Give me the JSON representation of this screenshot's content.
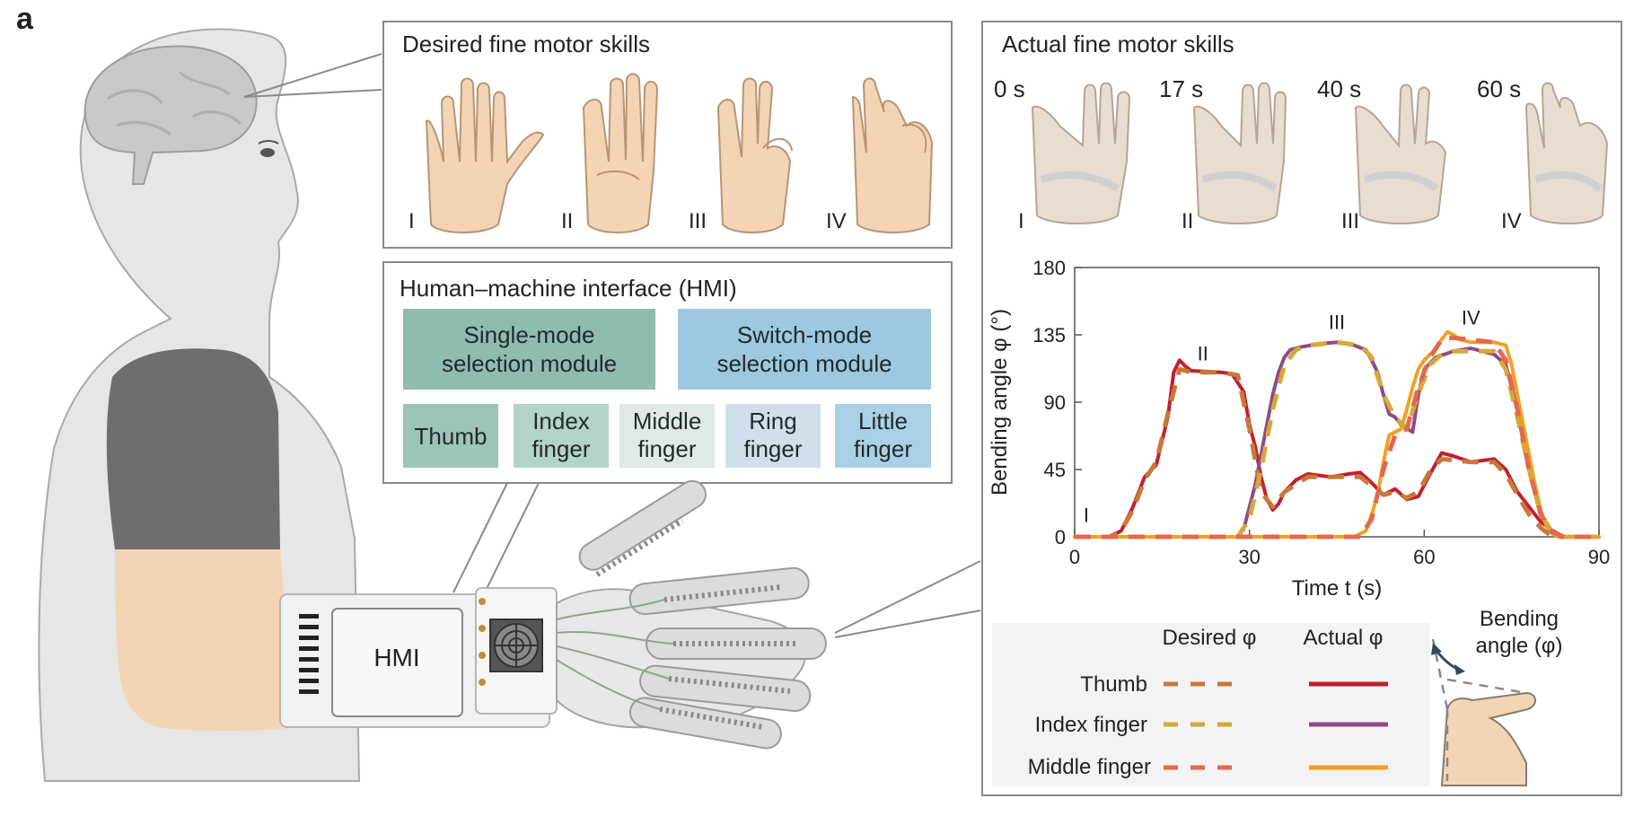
{
  "figure": {
    "panel_label": "a"
  },
  "desired": {
    "title": "Desired fine motor skills",
    "labels": [
      "I",
      "II",
      "III",
      "IV"
    ]
  },
  "actual": {
    "title": "Actual fine motor skills",
    "times": [
      "0 s",
      "17 s",
      "40 s",
      "60 s"
    ],
    "labels": [
      "I",
      "II",
      "III",
      "IV"
    ]
  },
  "hmi": {
    "title": "Human–machine interface (HMI)",
    "single_mode": [
      "Single-mode",
      "selection module"
    ],
    "switch_mode": [
      "Switch-mode",
      "selection module"
    ],
    "fingers": [
      [
        "Thumb"
      ],
      [
        "Index",
        "finger"
      ],
      [
        "Middle",
        "finger"
      ],
      [
        "Ring",
        "finger"
      ],
      [
        "Little",
        "finger"
      ]
    ],
    "device_label": "HMI"
  },
  "colors": {
    "single_mode": "#8fbcae",
    "switch_mode": "#9dc9e0",
    "thumb_box": "#9cc5b8",
    "index_box": "#b4d3c9",
    "middle_box": "#dfe9e6",
    "ring_box": "#cfe0ea",
    "little_box": "#a9d0e6",
    "thumb": "#c0202f",
    "index": "#8e4b8a",
    "middle": "#f0a024",
    "thumb_desired": "#c8783a",
    "index_desired": "#d6a838",
    "middle_desired": "#e2694c"
  },
  "legend": {
    "desired_header": "Desired φ",
    "actual_header": "Actual φ",
    "rows": [
      "Thumb",
      "Index finger",
      "Middle finger"
    ],
    "inset_label": [
      "Bending",
      "angle (φ)"
    ]
  },
  "chart_data": {
    "type": "line",
    "xlabel": "Time t (s)",
    "ylabel": "Bending angle φ (°)",
    "xlim": [
      0,
      90
    ],
    "ylim": [
      0,
      180
    ],
    "xticks": [
      "0",
      "30",
      "60",
      "90"
    ],
    "yticks": [
      "0",
      "45",
      "90",
      "135",
      "180"
    ],
    "annotations": [
      {
        "text": "I",
        "x": 2,
        "y": 10
      },
      {
        "text": "II",
        "x": 22,
        "y": 118
      },
      {
        "text": "III",
        "x": 45,
        "y": 139
      },
      {
        "text": "IV",
        "x": 68,
        "y": 142
      }
    ],
    "series": [
      {
        "name": "Thumb",
        "kind": "actual",
        "x": [
          0,
          6,
          8,
          10,
          12,
          14,
          16,
          17,
          18,
          19,
          20,
          25,
          27,
          29,
          30,
          31,
          32,
          33,
          34,
          35,
          36,
          38,
          40,
          44,
          47,
          49,
          51,
          53,
          55,
          57,
          59,
          61,
          63,
          65,
          68,
          72,
          74,
          76,
          78,
          80,
          82,
          84,
          86,
          90
        ],
        "y": [
          0,
          0,
          4,
          20,
          40,
          48,
          80,
          110,
          118,
          114,
          111,
          110,
          109,
          97,
          75,
          60,
          40,
          25,
          18,
          22,
          30,
          38,
          42,
          40,
          42,
          43,
          36,
          28,
          32,
          25,
          27,
          42,
          56,
          54,
          50,
          52,
          45,
          30,
          20,
          10,
          4,
          0,
          0,
          0
        ]
      },
      {
        "name": "Thumb",
        "kind": "desired",
        "x": [
          0,
          6,
          8,
          10,
          12,
          14,
          16,
          18,
          20,
          25,
          28,
          30,
          32,
          34,
          36,
          40,
          45,
          49,
          51,
          53,
          55,
          57,
          59,
          61,
          63,
          68,
          72,
          74,
          76,
          78,
          80,
          82,
          84,
          90
        ],
        "y": [
          0,
          0,
          4,
          18,
          38,
          50,
          82,
          112,
          110,
          110,
          108,
          72,
          30,
          20,
          30,
          40,
          40,
          40,
          34,
          28,
          30,
          26,
          30,
          44,
          52,
          50,
          50,
          42,
          28,
          15,
          6,
          0,
          0,
          0
        ]
      },
      {
        "name": "Index finger",
        "kind": "actual",
        "x": [
          0,
          28,
          29,
          30,
          31,
          32,
          33,
          34,
          35,
          36,
          37,
          39,
          42,
          45,
          48,
          50,
          51,
          52,
          53,
          54,
          55,
          56,
          58,
          59,
          60,
          62,
          65,
          68,
          72,
          74,
          75,
          76,
          77,
          78,
          79,
          80,
          81,
          82,
          83,
          84,
          90
        ],
        "y": [
          0,
          0,
          5,
          20,
          35,
          55,
          75,
          95,
          110,
          120,
          125,
          127,
          129,
          130,
          128,
          125,
          118,
          110,
          95,
          82,
          80,
          75,
          70,
          95,
          112,
          120,
          124,
          126,
          122,
          115,
          100,
          85,
          70,
          50,
          30,
          15,
          8,
          3,
          0,
          0,
          0
        ]
      },
      {
        "name": "Index finger",
        "kind": "desired",
        "x": [
          0,
          28,
          30,
          32,
          34,
          36,
          38,
          40,
          45,
          49,
          51,
          53,
          55,
          57,
          59,
          61,
          63,
          65,
          72,
          74,
          76,
          78,
          80,
          82,
          84,
          90
        ],
        "y": [
          0,
          0,
          12,
          45,
          85,
          115,
          125,
          128,
          130,
          128,
          120,
          95,
          80,
          72,
          96,
          115,
          122,
          124,
          124,
          112,
          80,
          45,
          15,
          3,
          0,
          0
        ]
      },
      {
        "name": "Middle finger",
        "kind": "actual",
        "x": [
          0,
          48,
          50,
          51,
          52,
          53,
          54,
          55,
          56,
          57,
          58,
          59,
          60,
          61,
          62,
          63,
          64,
          65,
          66,
          68,
          72,
          74,
          75,
          76,
          77,
          78,
          79,
          80,
          81,
          82,
          83,
          90
        ],
        "y": [
          0,
          0,
          4,
          15,
          28,
          50,
          68,
          70,
          72,
          85,
          100,
          112,
          118,
          122,
          125,
          132,
          137,
          135,
          132,
          130,
          130,
          128,
          115,
          95,
          75,
          55,
          35,
          18,
          7,
          2,
          0,
          0
        ]
      },
      {
        "name": "Middle finger",
        "kind": "desired",
        "x": [
          0,
          49,
          51,
          53,
          55,
          57,
          59,
          61,
          63,
          65,
          72,
          74,
          76,
          78,
          80,
          82,
          84,
          90
        ],
        "y": [
          0,
          0,
          12,
          45,
          68,
          72,
          100,
          120,
          132,
          133,
          130,
          118,
          85,
          45,
          15,
          3,
          0,
          0
        ]
      }
    ]
  }
}
